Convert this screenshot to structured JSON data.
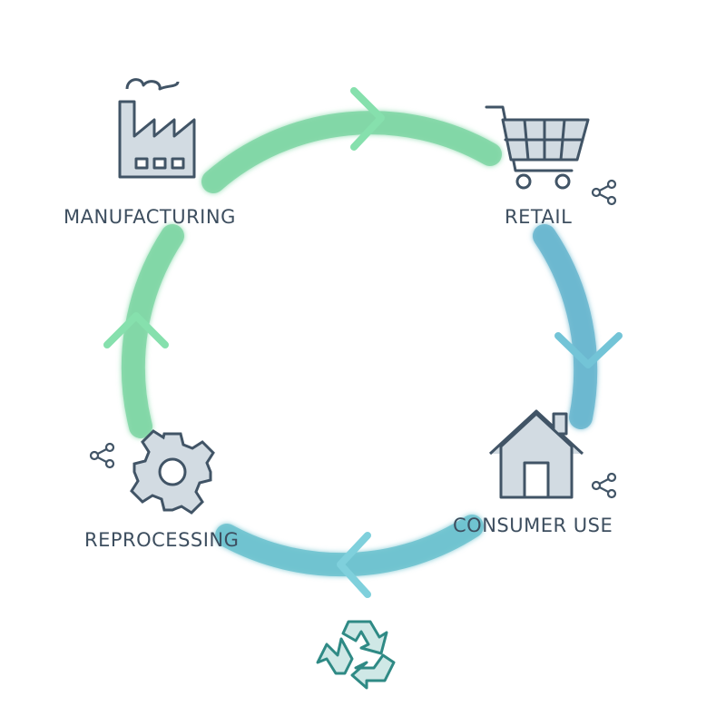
{
  "stages": [
    {
      "id": "manufacturing",
      "label": "MANUFACTURING",
      "icon": "factory-icon"
    },
    {
      "id": "retail",
      "label": "RETAIL",
      "icon": "shopping-cart-icon"
    },
    {
      "id": "consumer_use",
      "label": "CONSUMER USE",
      "icon": "house-icon"
    },
    {
      "id": "reprocessing",
      "label": "REPROCESSING",
      "icon": "gear-icon"
    }
  ],
  "recycle_icon": "recycle-icon",
  "share_icon": "share-icon",
  "colors": {
    "green": "#6fd28f",
    "teal": "#6cc8d0",
    "blue": "#5aaec8",
    "icon_fill": "#d2dbe2",
    "icon_stroke": "#415466",
    "text": "#3d4e5f",
    "recycle_fill": "#cfe8e6",
    "recycle_stroke": "#2f8a85"
  }
}
